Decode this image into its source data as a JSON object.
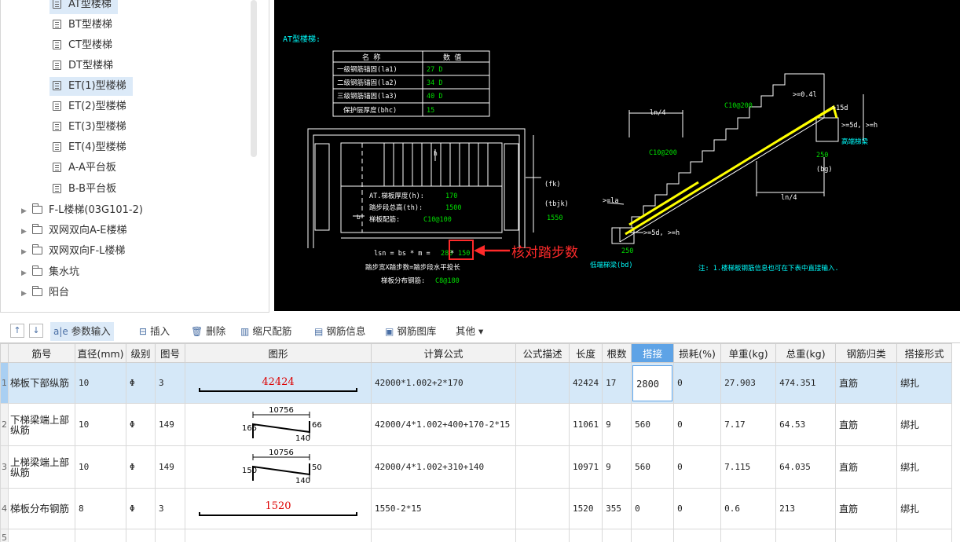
{
  "tree": {
    "leaves": [
      {
        "label": "AT型楼梯",
        "selected": true
      },
      {
        "label": "BT型楼梯",
        "selected": false
      },
      {
        "label": "CT型楼梯",
        "selected": false
      },
      {
        "label": "DT型楼梯",
        "selected": false
      },
      {
        "label": "ET(1)型楼梯",
        "selected": true
      },
      {
        "label": "ET(2)型楼梯",
        "selected": false
      },
      {
        "label": "ET(3)型楼梯",
        "selected": false
      },
      {
        "label": "ET(4)型楼梯",
        "selected": false
      },
      {
        "label": "A-A平台板",
        "selected": false
      },
      {
        "label": "B-B平台板",
        "selected": false
      }
    ],
    "folders": [
      {
        "label": "F-L楼梯(03G101-2)"
      },
      {
        "label": "双网双向A-E楼梯"
      },
      {
        "label": "双网双向F-L楼梯"
      },
      {
        "label": "集水坑"
      },
      {
        "label": "阳台"
      }
    ]
  },
  "drawing": {
    "title": "AT型楼梯:",
    "anchor_table": {
      "header_name": "名 称",
      "header_value": "数 值",
      "rows": [
        {
          "name": "一级钢筋锚固(la1)",
          "value": "27 D"
        },
        {
          "name": "二级钢筋锚固(la2)",
          "value": "34 D"
        },
        {
          "name": "三级钢筋锚固(la3)",
          "value": "40 D"
        },
        {
          "name": "保护层厚度(bhc)",
          "value": "15"
        }
      ]
    },
    "plan_labels": {
      "thickness": "AT.梯板厚度(h):",
      "thickness_val": "170",
      "height": "踏步段总高(th):",
      "height_val": "1500",
      "rebar": "梯板配筋:",
      "rebar_val": "C10@100",
      "fk": "(fk)",
      "tbjk": "(tbjk)",
      "tbjk_val": "1550",
      "formula": "lsn = bs * m =",
      "formula_val1": "280",
      "formula_star": "*",
      "formula_val2": "150",
      "step_note": "踏步宽X踏步数=踏步段水平投长",
      "dist_rebar": "梯板分布钢筋:",
      "dist_rebar_val": "C8@180",
      "h_mark": "h",
      "b_mark": "b"
    },
    "annotation": "核对踏步数",
    "section_labels": {
      "top_rebar": "C10@200",
      "mid_rebar": "C10@200",
      "ln4_top": "ln/4",
      "ln4_bot": "ln/4",
      "ge04": ">=0.4l",
      "ge15": ">15d",
      "ge5d_top": ">=5d, >=h",
      "high_beam": "高端梯梁",
      "v250_top": "250",
      "bg": "(bg)",
      "la": ">=la",
      "ge5d_bot": ">=5d, >=h",
      "v250_bot": "250",
      "low_beam": "低端梯梁(bd)",
      "note": "注: 1.楼梯板钢筋信息也可在下表中直接输入."
    }
  },
  "toolbar": {
    "items": [
      {
        "label": "参数输入",
        "icon": "a|e"
      },
      {
        "label": "插入",
        "icon": "⊟"
      },
      {
        "label": "删除",
        "icon": "🗑"
      },
      {
        "label": "缩尺配筋",
        "icon": "▥"
      },
      {
        "label": "钢筋信息",
        "icon": "▤"
      },
      {
        "label": "钢筋图库",
        "icon": "▣"
      },
      {
        "label": "其他 ▾",
        "icon": ""
      }
    ]
  },
  "table": {
    "headers": [
      "筋号",
      "直径(mm)",
      "级别",
      "图号",
      "图形",
      "计算公式",
      "公式描述",
      "长度",
      "根数",
      "搭接",
      "损耗(%)",
      "单重(kg)",
      "总重(kg)",
      "钢筋归类",
      "搭接形式"
    ],
    "rows": [
      {
        "num": "1",
        "name": "梯板下部纵筋",
        "dia": "10",
        "grade": "Φ",
        "fig": "3",
        "shape": {
          "kind": "straight",
          "text": "42424"
        },
        "formula": "42000*1.002+2*170",
        "desc": "",
        "length": "42424",
        "count": "17",
        "lap": "2800",
        "loss": "0",
        "unit_w": "27.903",
        "total_w": "474.351",
        "category": "直筋",
        "lap_type": "绑扎"
      },
      {
        "num": "2",
        "name": "下梯梁端上部纵筋",
        "dia": "10",
        "grade": "Φ",
        "fig": "149",
        "shape": {
          "kind": "bent",
          "top": "10756",
          "left": "165",
          "right": "66",
          "bottom": "140"
        },
        "formula": "42000/4*1.002+400+170-2*15",
        "desc": "",
        "length": "11061",
        "count": "9",
        "lap": "560",
        "loss": "0",
        "unit_w": "7.17",
        "total_w": "64.53",
        "category": "直筋",
        "lap_type": "绑扎"
      },
      {
        "num": "3",
        "name": "上梯梁端上部纵筋",
        "dia": "10",
        "grade": "Φ",
        "fig": "149",
        "shape": {
          "kind": "bent",
          "top": "10756",
          "left": "150",
          "right": "50",
          "bottom": "140"
        },
        "formula": "42000/4*1.002+310+140",
        "desc": "",
        "length": "10971",
        "count": "9",
        "lap": "560",
        "loss": "0",
        "unit_w": "7.115",
        "total_w": "64.035",
        "category": "直筋",
        "lap_type": "绑扎"
      },
      {
        "num": "4",
        "name": "梯板分布钢筋",
        "dia": "8",
        "grade": "Φ",
        "fig": "3",
        "shape": {
          "kind": "straight",
          "text": "1520"
        },
        "formula": "1550-2*15",
        "desc": "",
        "length": "1520",
        "count": "355",
        "lap": "0",
        "loss": "0",
        "unit_w": "0.6",
        "total_w": "213",
        "category": "直筋",
        "lap_type": "绑扎"
      }
    ],
    "empty_row_num": "5"
  },
  "colors": {
    "cad_bg": "#000000",
    "cad_line": "#ffffff",
    "cad_green": "#00e000",
    "cad_cyan": "#00ffff",
    "cad_yellow": "#ffff00",
    "annotation_red": "#ff2a2a",
    "selection": "#d5e8f8",
    "header_accent": "#5ea3e6"
  }
}
